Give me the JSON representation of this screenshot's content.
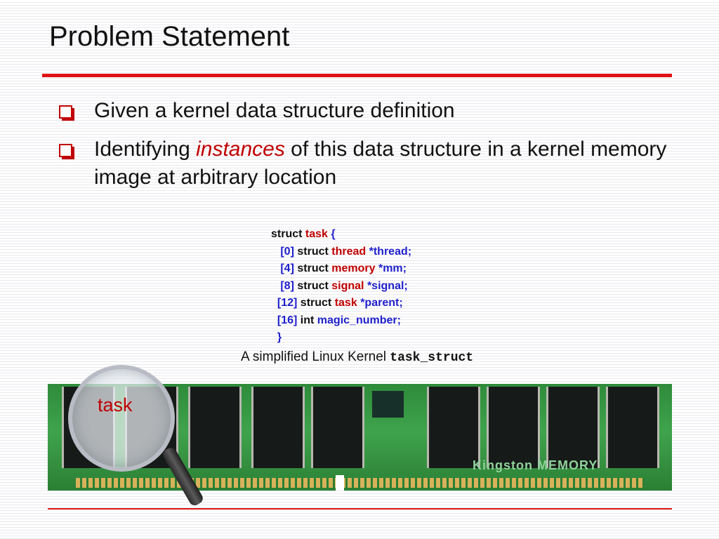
{
  "slide": {
    "title": "Problem Statement",
    "bullets": [
      {
        "text": "Given a kernel data structure definition"
      },
      {
        "pre": "Identifying ",
        "emph": "instances",
        "post": " of this data structure in a kernel memory image at arbitrary location"
      }
    ]
  },
  "code": {
    "header_kw": "struct",
    "header_type": "task",
    "header_brace": "{",
    "fields": [
      {
        "offset": "[0]",
        "kw": "struct",
        "type": "thread",
        "name": "*thread;"
      },
      {
        "offset": "[4]",
        "kw": "struct",
        "type": "memory",
        "name": "*mm;"
      },
      {
        "offset": "[8]",
        "kw": "struct",
        "type": "signal",
        "name": "*signal;"
      },
      {
        "offset": "[12]",
        "kw": "struct",
        "type": "task",
        "name": "*parent;"
      },
      {
        "offset": "[16]",
        "kw": "int",
        "type": "",
        "name": "magic_number;"
      }
    ],
    "closing_brace": "}"
  },
  "caption": {
    "text": "A simplified Linux Kernel ",
    "mono": "task_struct"
  },
  "illustration": {
    "lens_label": "task",
    "ram_brand": "Kingston MEMORY"
  },
  "colors": {
    "accent": "#e01414",
    "type": "#c00000",
    "value": "#1f1fcc"
  }
}
